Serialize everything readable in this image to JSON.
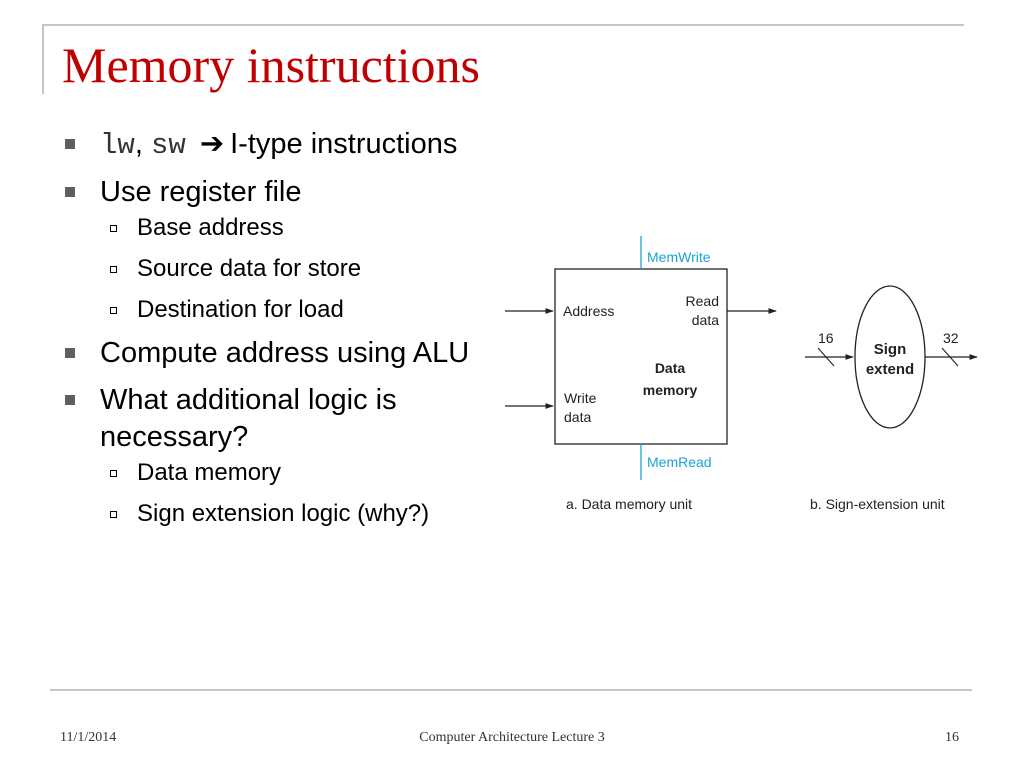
{
  "slide": {
    "title": "Memory instructions"
  },
  "bullets": {
    "b1": {
      "code1": "lw",
      "comma": ",",
      "code2": "sw",
      "arrow": "➔",
      "text": "I-type instructions"
    },
    "b2": {
      "text": "Use register file",
      "subs": [
        "Base address",
        "Source data for store",
        "Destination for load"
      ]
    },
    "b3": {
      "text": "Compute address using ALU"
    },
    "b4": {
      "text": "What additional logic is necessary?",
      "subs": [
        "Data memory",
        "Sign extension logic (why?)"
      ]
    }
  },
  "figure": {
    "data_memory": {
      "mem_write": "MemWrite",
      "address": "Address",
      "read": "Read",
      "data_out": "data",
      "title_1": "Data",
      "title_2": "memory",
      "write": "Write",
      "data_in": "data",
      "mem_read": "MemRead",
      "caption": "a. Data memory unit"
    },
    "sign_extend": {
      "input_width": "16",
      "output_width": "32",
      "title_1": "Sign",
      "title_2": "extend",
      "caption": "b. Sign-extension unit"
    },
    "colors": {
      "control_signal": "#1aa3d6",
      "wire": "#222222",
      "title": "#c00000"
    }
  },
  "footer": {
    "date": "11/1/2014",
    "center": "Computer Architecture Lecture 3",
    "page": "16"
  }
}
